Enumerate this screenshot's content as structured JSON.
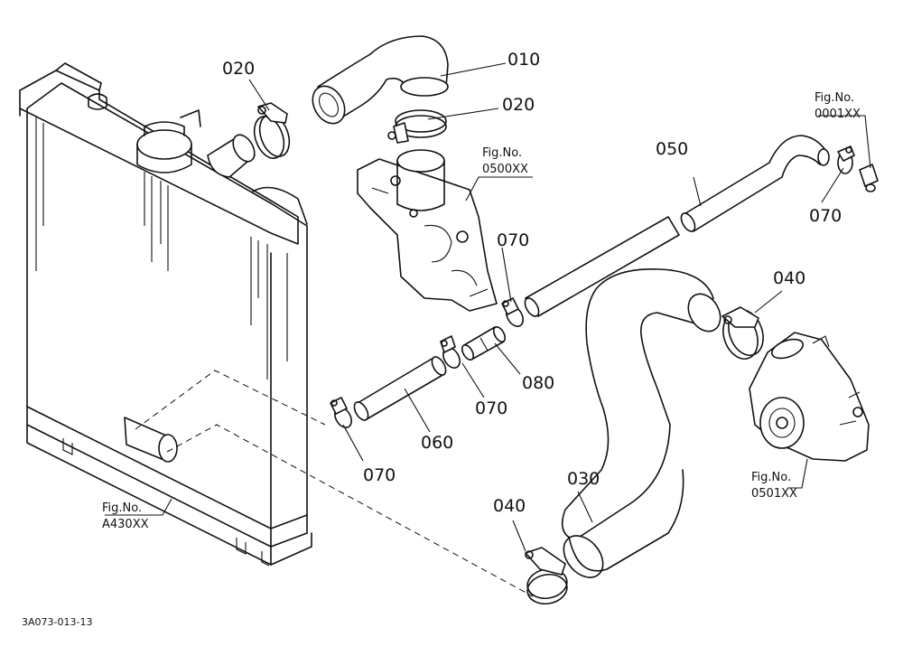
{
  "parts": [
    {
      "id": "p010",
      "label": "010"
    },
    {
      "id": "p020a",
      "label": "020"
    },
    {
      "id": "p020b",
      "label": "020"
    },
    {
      "id": "p030",
      "label": "030"
    },
    {
      "id": "p040a",
      "label": "040"
    },
    {
      "id": "p040b",
      "label": "040"
    },
    {
      "id": "p050",
      "label": "050"
    },
    {
      "id": "p060",
      "label": "060"
    },
    {
      "id": "p070a",
      "label": "070"
    },
    {
      "id": "p070b",
      "label": "070"
    },
    {
      "id": "p070c",
      "label": "070"
    },
    {
      "id": "p070d",
      "label": "070"
    },
    {
      "id": "p080",
      "label": "080"
    }
  ],
  "figure_refs": [
    {
      "id": "f0500",
      "line1": "Fig.No.",
      "line2": "0500XX"
    },
    {
      "id": "f0001",
      "line1": "Fig.No.",
      "line2": "0001XX"
    },
    {
      "id": "f0501",
      "line1": "Fig.No.",
      "line2": "0501XX"
    },
    {
      "id": "fA430",
      "line1": "Fig.No.",
      "line2": "A430XX"
    }
  ],
  "footer": {
    "code": "3A073-013-13"
  }
}
